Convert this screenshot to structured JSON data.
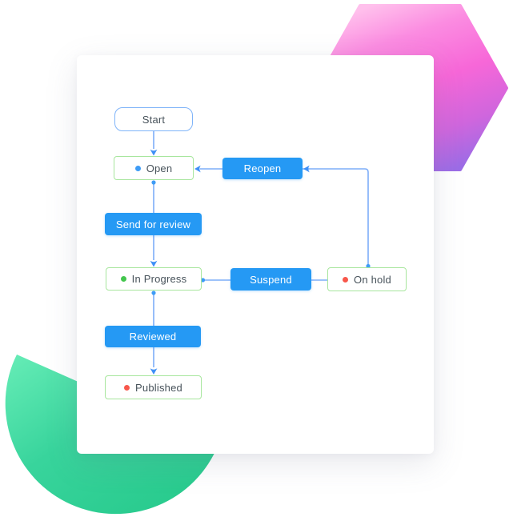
{
  "workflow": {
    "states": [
      {
        "label": "Start",
        "type": "start"
      },
      {
        "label": "Open",
        "dot_color": "#3e9cf6"
      },
      {
        "label": "In Progress",
        "dot_color": "#43c64d"
      },
      {
        "label": "On hold",
        "dot_color": "#f8574b"
      },
      {
        "label": "Published",
        "dot_color": "#f8574b"
      }
    ],
    "transitions": [
      {
        "label": "Send for review",
        "from": "Open",
        "to": "In Progress"
      },
      {
        "label": "Reopen",
        "from": "On hold",
        "to": "Open"
      },
      {
        "label": "Suspend",
        "from": "In Progress",
        "to": "On hold"
      },
      {
        "label": "Reviewed",
        "from": "In Progress",
        "to": "Published"
      }
    ],
    "colors": {
      "transition_button": "#2599f4",
      "connector_line": "#7dadf9",
      "arrowhead": "#3f90f7",
      "connection_dot": "#3e9cf6",
      "state_border": "#a7e69d",
      "start_border": "#7fb4f9",
      "label_text": "#47525a"
    },
    "icons": {
      "arrow_down": "▼",
      "arrow_left": "◀",
      "connection_dot": "●"
    }
  },
  "decor": {
    "hexagon_colors": [
      "#ffc0ec",
      "#fb8ce1",
      "#f767d8",
      "#9c6ce6"
    ],
    "circle_colors": [
      "#67edb7",
      "#38d49c",
      "#26c98b"
    ]
  }
}
